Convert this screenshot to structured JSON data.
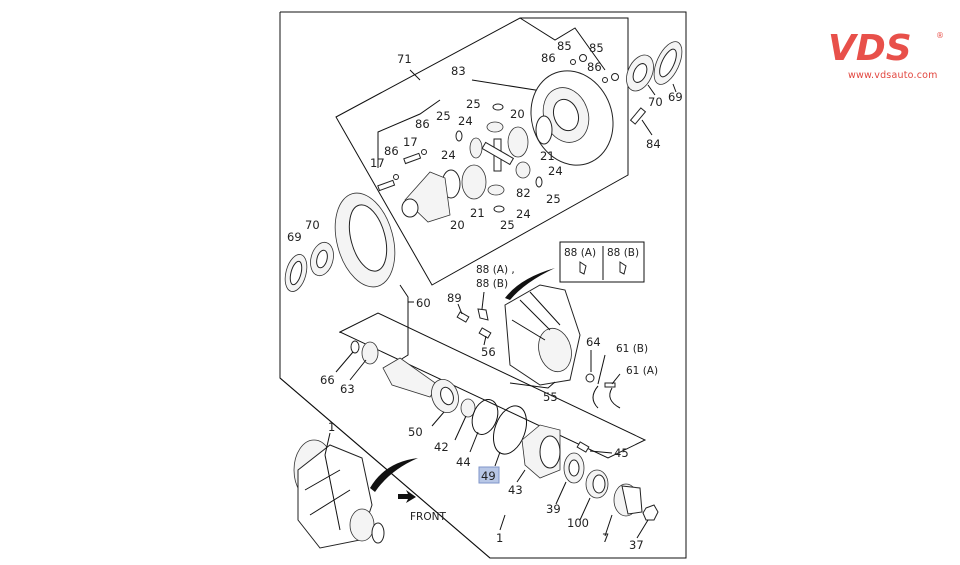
{
  "brand": {
    "name": "VDS",
    "registered_mark": "®",
    "url": "www.vdsauto.com",
    "color": "#e8504a"
  },
  "diagram": {
    "title": "Differential assembly exploded view",
    "front_label": "FRONT",
    "highlighted_callout": "49",
    "inset": {
      "left_label": "88 (A)",
      "right_label": "88 (B)"
    },
    "callouts": {
      "c71": "71",
      "c83": "83",
      "c85a": "85",
      "c85b": "85",
      "c86a": "86",
      "c86b": "86",
      "c70a": "70",
      "c69a": "69",
      "c84": "84",
      "c25a": "25",
      "c25b": "25",
      "c25c": "25",
      "c25d": "25",
      "c20a": "20",
      "c20b": "20",
      "c24a": "24",
      "c24b": "24",
      "c24c": "24",
      "c24d": "24",
      "c21a": "21",
      "c21b": "21",
      "c82": "82",
      "c86c": "86",
      "c86d": "86",
      "c17a": "17",
      "c17b": "17",
      "c70b": "70",
      "c69b": "69",
      "c88a": "88 (A) ,",
      "c88b": "88 (B)",
      "c89": "89",
      "c60": "60",
      "c56": "56",
      "c55": "55",
      "c64": "64",
      "c61b": "61 (B)",
      "c61a": "61 (A)",
      "c66": "66",
      "c63": "63",
      "c50": "50",
      "c42": "42",
      "c44": "44",
      "c49": "49",
      "c43": "43",
      "c45": "45",
      "c39": "39",
      "c100": "100",
      "c7": "7",
      "c37": "37",
      "c1a": "1",
      "c1b": "1"
    }
  }
}
